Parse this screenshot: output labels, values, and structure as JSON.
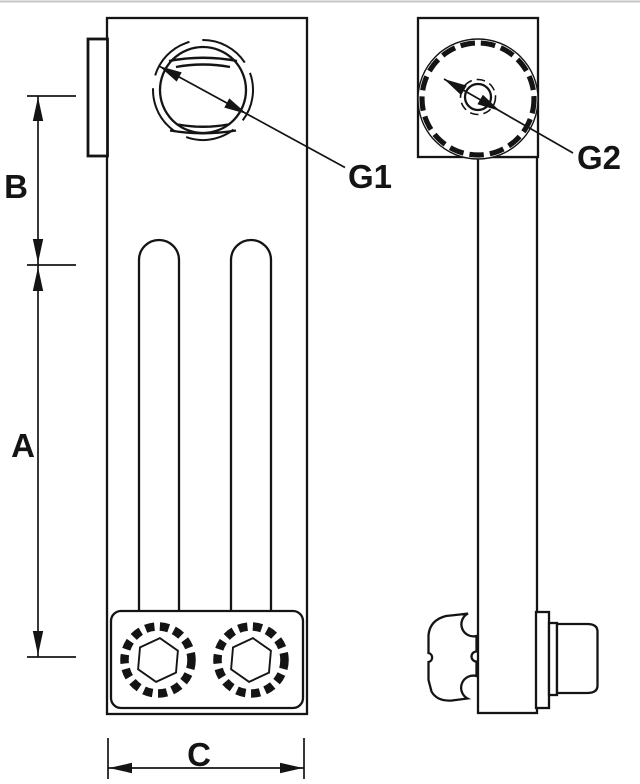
{
  "dimensions": {
    "a": "A",
    "b": "B",
    "c": "C"
  },
  "ports": {
    "g1": "G1",
    "g2": "G2"
  },
  "colors": {
    "line": "#141414",
    "background": "#ffffff",
    "top_border": "#c5c5c5"
  }
}
